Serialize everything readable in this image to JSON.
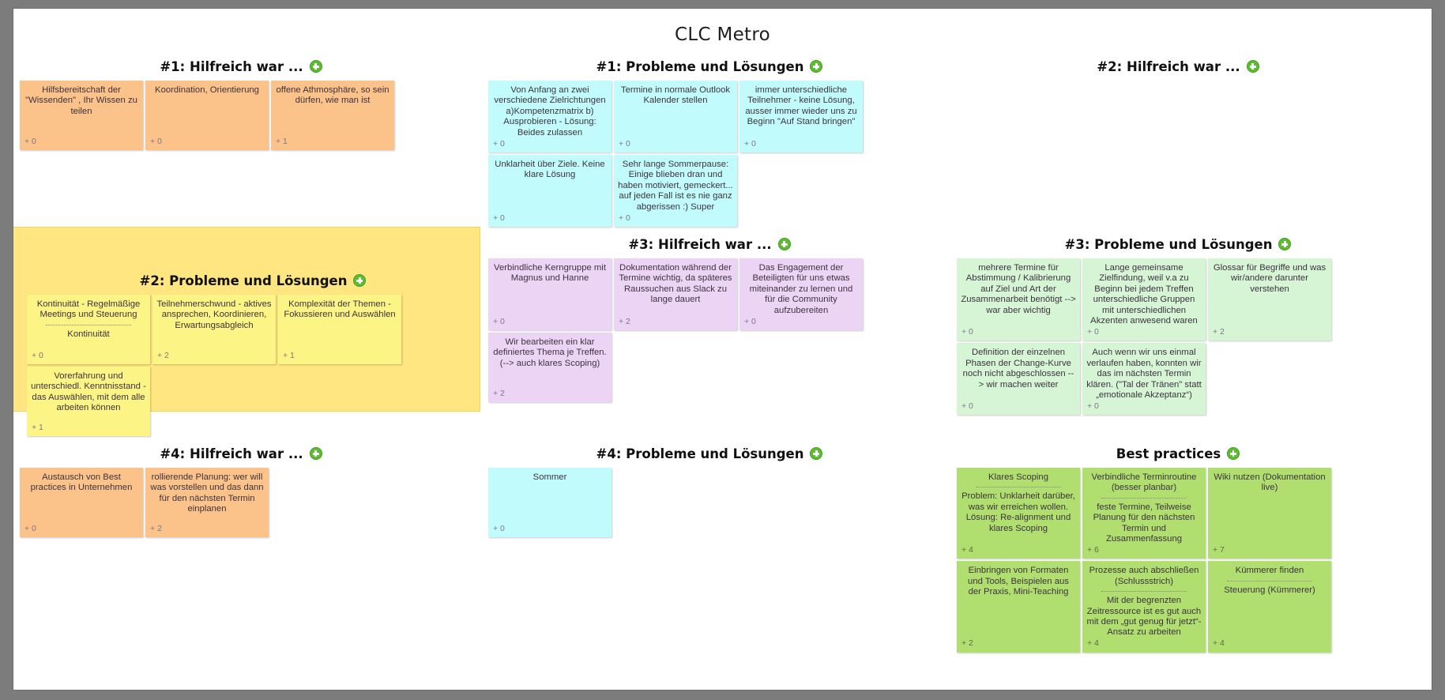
{
  "board": {
    "title": "CLC Metro",
    "add_icon": "plus-circle-icon"
  },
  "colors": {
    "orange": "#fbc38a",
    "cyan": "#c2fbfb",
    "yellow": "#fcf585",
    "purple": "#ecd4f5",
    "green": "#d5f5d5",
    "light_green": "#b0df70",
    "highlight": "#ffe680",
    "accent_add": "#5bbb31",
    "page_background": "#7c7c7c"
  },
  "sections": [
    {
      "id": "s1-hilfreich",
      "title": "#1: Hilfreich war ...",
      "color": "orange",
      "cards": [
        {
          "text": "Hilfsbereitschaft der \"Wissenden\" , Ihr Wissen zu teilen",
          "votes": "+ 0"
        },
        {
          "text": "Koordination, Orientierung",
          "votes": "+ 0"
        },
        {
          "text": "offene Athmosphäre, so sein dürfen, wie man ist",
          "votes": "+ 1"
        }
      ]
    },
    {
      "id": "s1-probleme",
      "title": "#1: Probleme und Lösungen",
      "color": "cyan",
      "cards": [
        {
          "text": "Von Anfang an zwei verschiedene Zielrichtungen a)Kompetenzmatrix b) Ausprobieren - Lösung: Beides zulassen",
          "votes": "+ 0"
        },
        {
          "text": "Termine in normale Outlook Kalender stellen",
          "votes": "+ 0"
        },
        {
          "text": "immer unterschiedliche Teilnehmer - keine Lösung, ausser immer wieder uns zu Beginn \"Auf Stand bringen\"",
          "votes": "+ 0"
        },
        {
          "text": "Unklarheit über Ziele. Keine klare Lösung",
          "votes": "+ 0"
        },
        {
          "text": "Sehr lange Sommerpause: Einige blieben dran und haben motiviert, gemeckert... auf jeden Fall ist es nie ganz abgerissen :) Super",
          "votes": "+ 0"
        }
      ]
    },
    {
      "id": "s2-hilfreich",
      "title": "#2: Hilfreich war ...",
      "color": "orange",
      "cards": []
    },
    {
      "id": "s2-probleme",
      "title": "#2: Probleme und Lösungen",
      "color": "yellow",
      "highlighted": true,
      "cards": [
        {
          "text": "Kontinuität - Regelmäßige Meetings und Steuerung",
          "text2": "Kontinuität",
          "votes": "+ 0"
        },
        {
          "text": "Teilnehmerschwund - aktives ansprechen, Koordinieren, Erwartungsabgleich",
          "votes": "+ 2"
        },
        {
          "text": "Komplexität der Themen - Fokussieren und Auswählen",
          "votes": "+ 1"
        },
        {
          "text": "Vorerfahrung und unterschiedl. Kenntnisstand - das Auswählen, mit dem alle arbeiten können",
          "votes": "+ 1"
        }
      ]
    },
    {
      "id": "s3-hilfreich",
      "title": "#3: Hilfreich war ...",
      "color": "purple",
      "cards": [
        {
          "text": "Verbindliche Kerngruppe mit Magnus und Hanne",
          "votes": "+ 0"
        },
        {
          "text": "Dokumentation während der Termine wichtig, da späteres Raussuchen aus Slack zu lange dauert",
          "votes": "+ 2"
        },
        {
          "text": "Das Engagement der Beteiligten für uns etwas miteinander zu lernen und für die Community aufzubereiten",
          "votes": "+ 0"
        },
        {
          "text": "Wir bearbeiten ein klar definiertes Thema je Treffen. (--> auch klares Scoping)",
          "votes": "+ 2"
        }
      ]
    },
    {
      "id": "s3-probleme",
      "title": "#3: Probleme und Lösungen",
      "color": "green",
      "cards": [
        {
          "text": "mehrere Termine für Abstimmung / Kalibrierung auf Ziel und Art der Zusammenarbeit benötigt --> war aber wichtig",
          "votes": "+ 0"
        },
        {
          "text": "Lange gemeinsame Zielfindung, weil v.a zu Beginn bei jedem Treffen unterschiedliche Gruppen mit unterschiedlichen Akzenten anwesend waren",
          "votes": "+ 0"
        },
        {
          "text": "Glossar für Begriffe und was wir/andere darunter verstehen",
          "votes": "+ 2"
        },
        {
          "text": "Definition der einzelnen Phasen der Change-Kurve noch nicht abgeschlossen --> wir machen weiter",
          "votes": "+ 0"
        },
        {
          "text": "Auch wenn wir uns einmal verlaufen haben, konnten wir das im nächsten Termin klären. (\"Tal der Tränen\" statt „emotionale Akzeptanz“)",
          "votes": "+ 0"
        }
      ]
    },
    {
      "id": "s4-hilfreich",
      "title": "#4: Hilfreich war ...",
      "color": "orange",
      "cards": [
        {
          "text": "Austausch von Best practices in Unternehmen",
          "votes": "+ 0"
        },
        {
          "text": "rollierende Planung: wer will was vorstellen und das dann für den nächsten Termin einplanen",
          "votes": "+ 2"
        }
      ]
    },
    {
      "id": "s4-probleme",
      "title": "#4: Probleme und Lösungen",
      "color": "cyan",
      "cards": [
        {
          "text": "Sommer",
          "votes": "+ 0"
        }
      ]
    },
    {
      "id": "best-practices",
      "title": "Best practices",
      "color": "light_green",
      "cards": [
        {
          "text": "Klares Scoping",
          "text2": "Problem: Unklarheit darüber, was wir erreichen wollen. Lösung: Re-alignment und klares Scoping",
          "votes": "+ 4"
        },
        {
          "text": "Verbindliche Terminroutine (besser planbar)",
          "text2": "feste Termine, Teilweise Planung für den nächsten Termin und Zusammenfassung",
          "votes": "+ 6"
        },
        {
          "text": "Wiki nutzen (Dokumentation live)",
          "votes": "+ 7"
        },
        {
          "text": "Einbringen von Formaten und Tools, Beispielen aus der Praxis, Mini-Teaching",
          "votes": "+ 2"
        },
        {
          "text": "Prozesse auch abschließen (Schlussstrich)",
          "text2": "Mit der begrenzten Zeitressource ist es gut auch mit dem „gut genug für jetzt“-Ansatz zu arbeiten",
          "votes": "+ 4"
        },
        {
          "text": "Kümmerer finden",
          "text2": "Steuerung (Kümmerer)",
          "votes": "+ 4"
        }
      ]
    }
  ]
}
